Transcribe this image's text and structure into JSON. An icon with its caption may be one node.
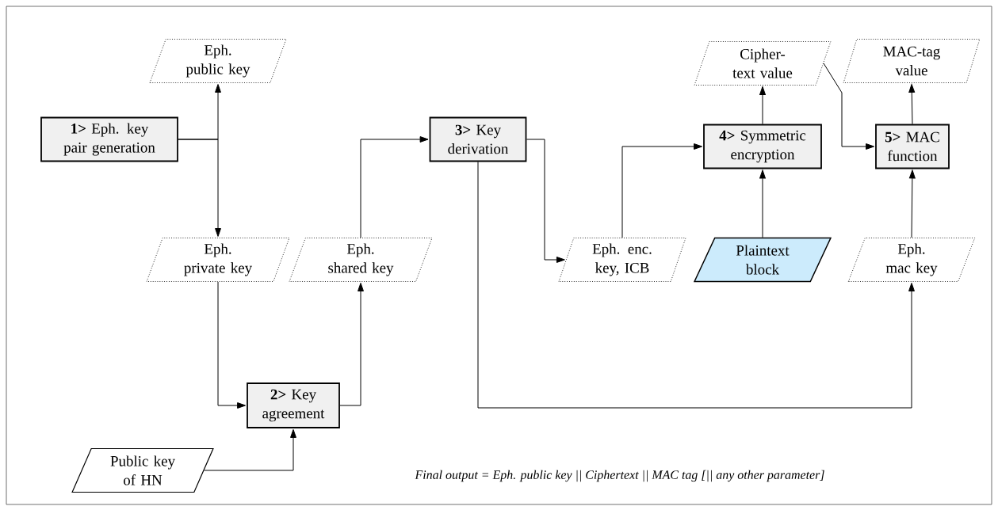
{
  "diagram": {
    "nodes": [
      {
        "text": [
          "Eph. public key"
        ]
      },
      {
        "text": [
          "**1>** Eph. key pair generation"
        ]
      },
      {
        "text": [
          "**3>** Key derivation"
        ]
      },
      {
        "text": [
          "Cipher- text value"
        ]
      },
      {
        "text": [
          "MAC-tag value"
        ]
      },
      {
        "text": [
          "**4>** Symmetric encryption"
        ]
      },
      {
        "text": [
          "**5>** MAC function"
        ]
      },
      {
        "text": [
          "Eph. private key"
        ]
      },
      {
        "text": [
          "Eph. shared key"
        ]
      },
      {
        "text": [
          "Eph. enc. key, ICB"
        ]
      },
      {
        "text": [
          "Plaintext block"
        ]
      },
      {
        "text": [
          "Eph. mac key"
        ]
      },
      {
        "text": [
          "**2>** Key agreement"
        ]
      },
      {
        "text": [
          "Public key of HN"
        ]
      }
    ],
    "edges": [
      {
        "from": 1,
        "to": 0,
        "arrow": "to"
      },
      {
        "from": 1,
        "to": 7,
        "arrow": "to"
      },
      {
        "from": 7,
        "to": 12,
        "arrow": "to"
      },
      {
        "from": 13,
        "to": 12,
        "arrow": "to"
      },
      {
        "from": 12,
        "to": 8,
        "arrow": "to"
      },
      {
        "from": 8,
        "to": 2,
        "arrow": "to"
      },
      {
        "from": 2,
        "to": 9,
        "arrow": "to"
      },
      {
        "from": 2,
        "to": 11,
        "arrow": "to"
      },
      {
        "from": 9,
        "to": 5,
        "arrow": "to"
      },
      {
        "from": 10,
        "to": 5,
        "arrow": "to"
      },
      {
        "from": 5,
        "to": 3,
        "arrow": "to"
      },
      {
        "from": 3,
        "to": 6,
        "arrow": "to"
      },
      {
        "from": 11,
        "to": 6,
        "arrow": "to"
      },
      {
        "from": 6,
        "to": 4,
        "arrow": "to"
      }
    ],
    "labels": [
      "Final output = Eph. public key || Ciphertext || MAC tag [|| any other parameter]"
    ]
  }
}
